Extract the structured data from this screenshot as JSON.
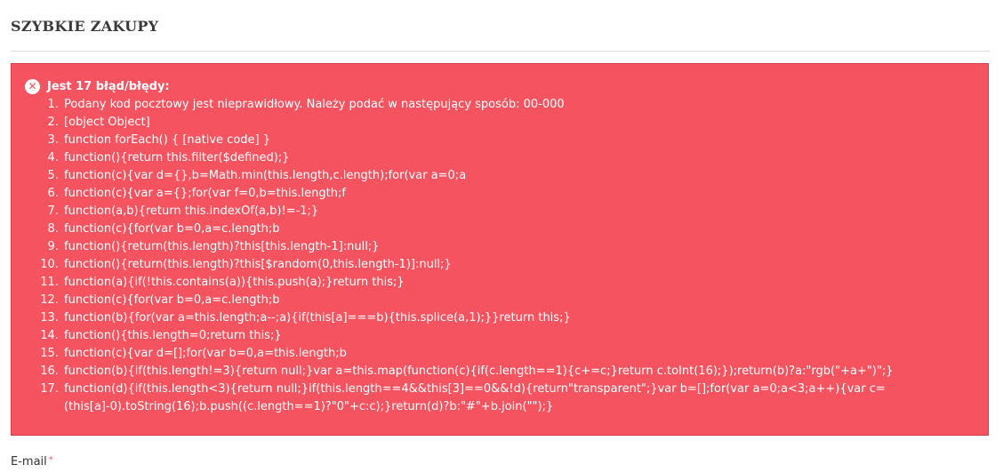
{
  "page": {
    "title": "SZYBKIE ZAKUPY"
  },
  "error": {
    "title": "Jest 17 błąd/błędy:",
    "items": [
      "Podany kod pocztowy jest nieprawidłowy. Należy podać w następujący sposób: 00-000",
      "[object Object]",
      "function forEach() { [native code] }",
      "function(){return this.filter($defined);}",
      "function(c){var d={},b=Math.min(this.length,c.length);for(var a=0;a",
      "function(c){var a={};for(var f=0,b=this.length;f",
      "function(a,b){return this.indexOf(a,b)!=-1;}",
      "function(c){for(var b=0,a=c.length;b",
      "function(){return(this.length)?this[this.length-1]:null;}",
      "function(){return(this.length)?this[$random(0,this.length-1)]:null;}",
      "function(a){if(!this.contains(a)){this.push(a);}return this;}",
      "function(c){for(var b=0,a=c.length;b",
      "function(b){for(var a=this.length;a--;a){if(this[a]===b){this.splice(a,1);}}return this;}",
      "function(){this.length=0;return this;}",
      "function(c){var d=[];for(var b=0,a=this.length;b",
      "function(b){if(this.length!=3){return null;}var a=this.map(function(c){if(c.length==1){c+=c;}return c.toInt(16);});return(b)?a:\"rgb(\"+a+\")\";}",
      "function(d){if(this.length<3){return null;}if(this.length==4&&this[3]==0&&!d){return\"transparent\";}var b=[];for(var a=0;a<3;a++){var c=(this[a]-0).toString(16);b.push((c.length==1)?\"0\"+c:c);}return(d)?b:\"#\"+b.join(\"\");}"
    ]
  },
  "form": {
    "email_label": "E-mail",
    "required_marker": "*"
  }
}
